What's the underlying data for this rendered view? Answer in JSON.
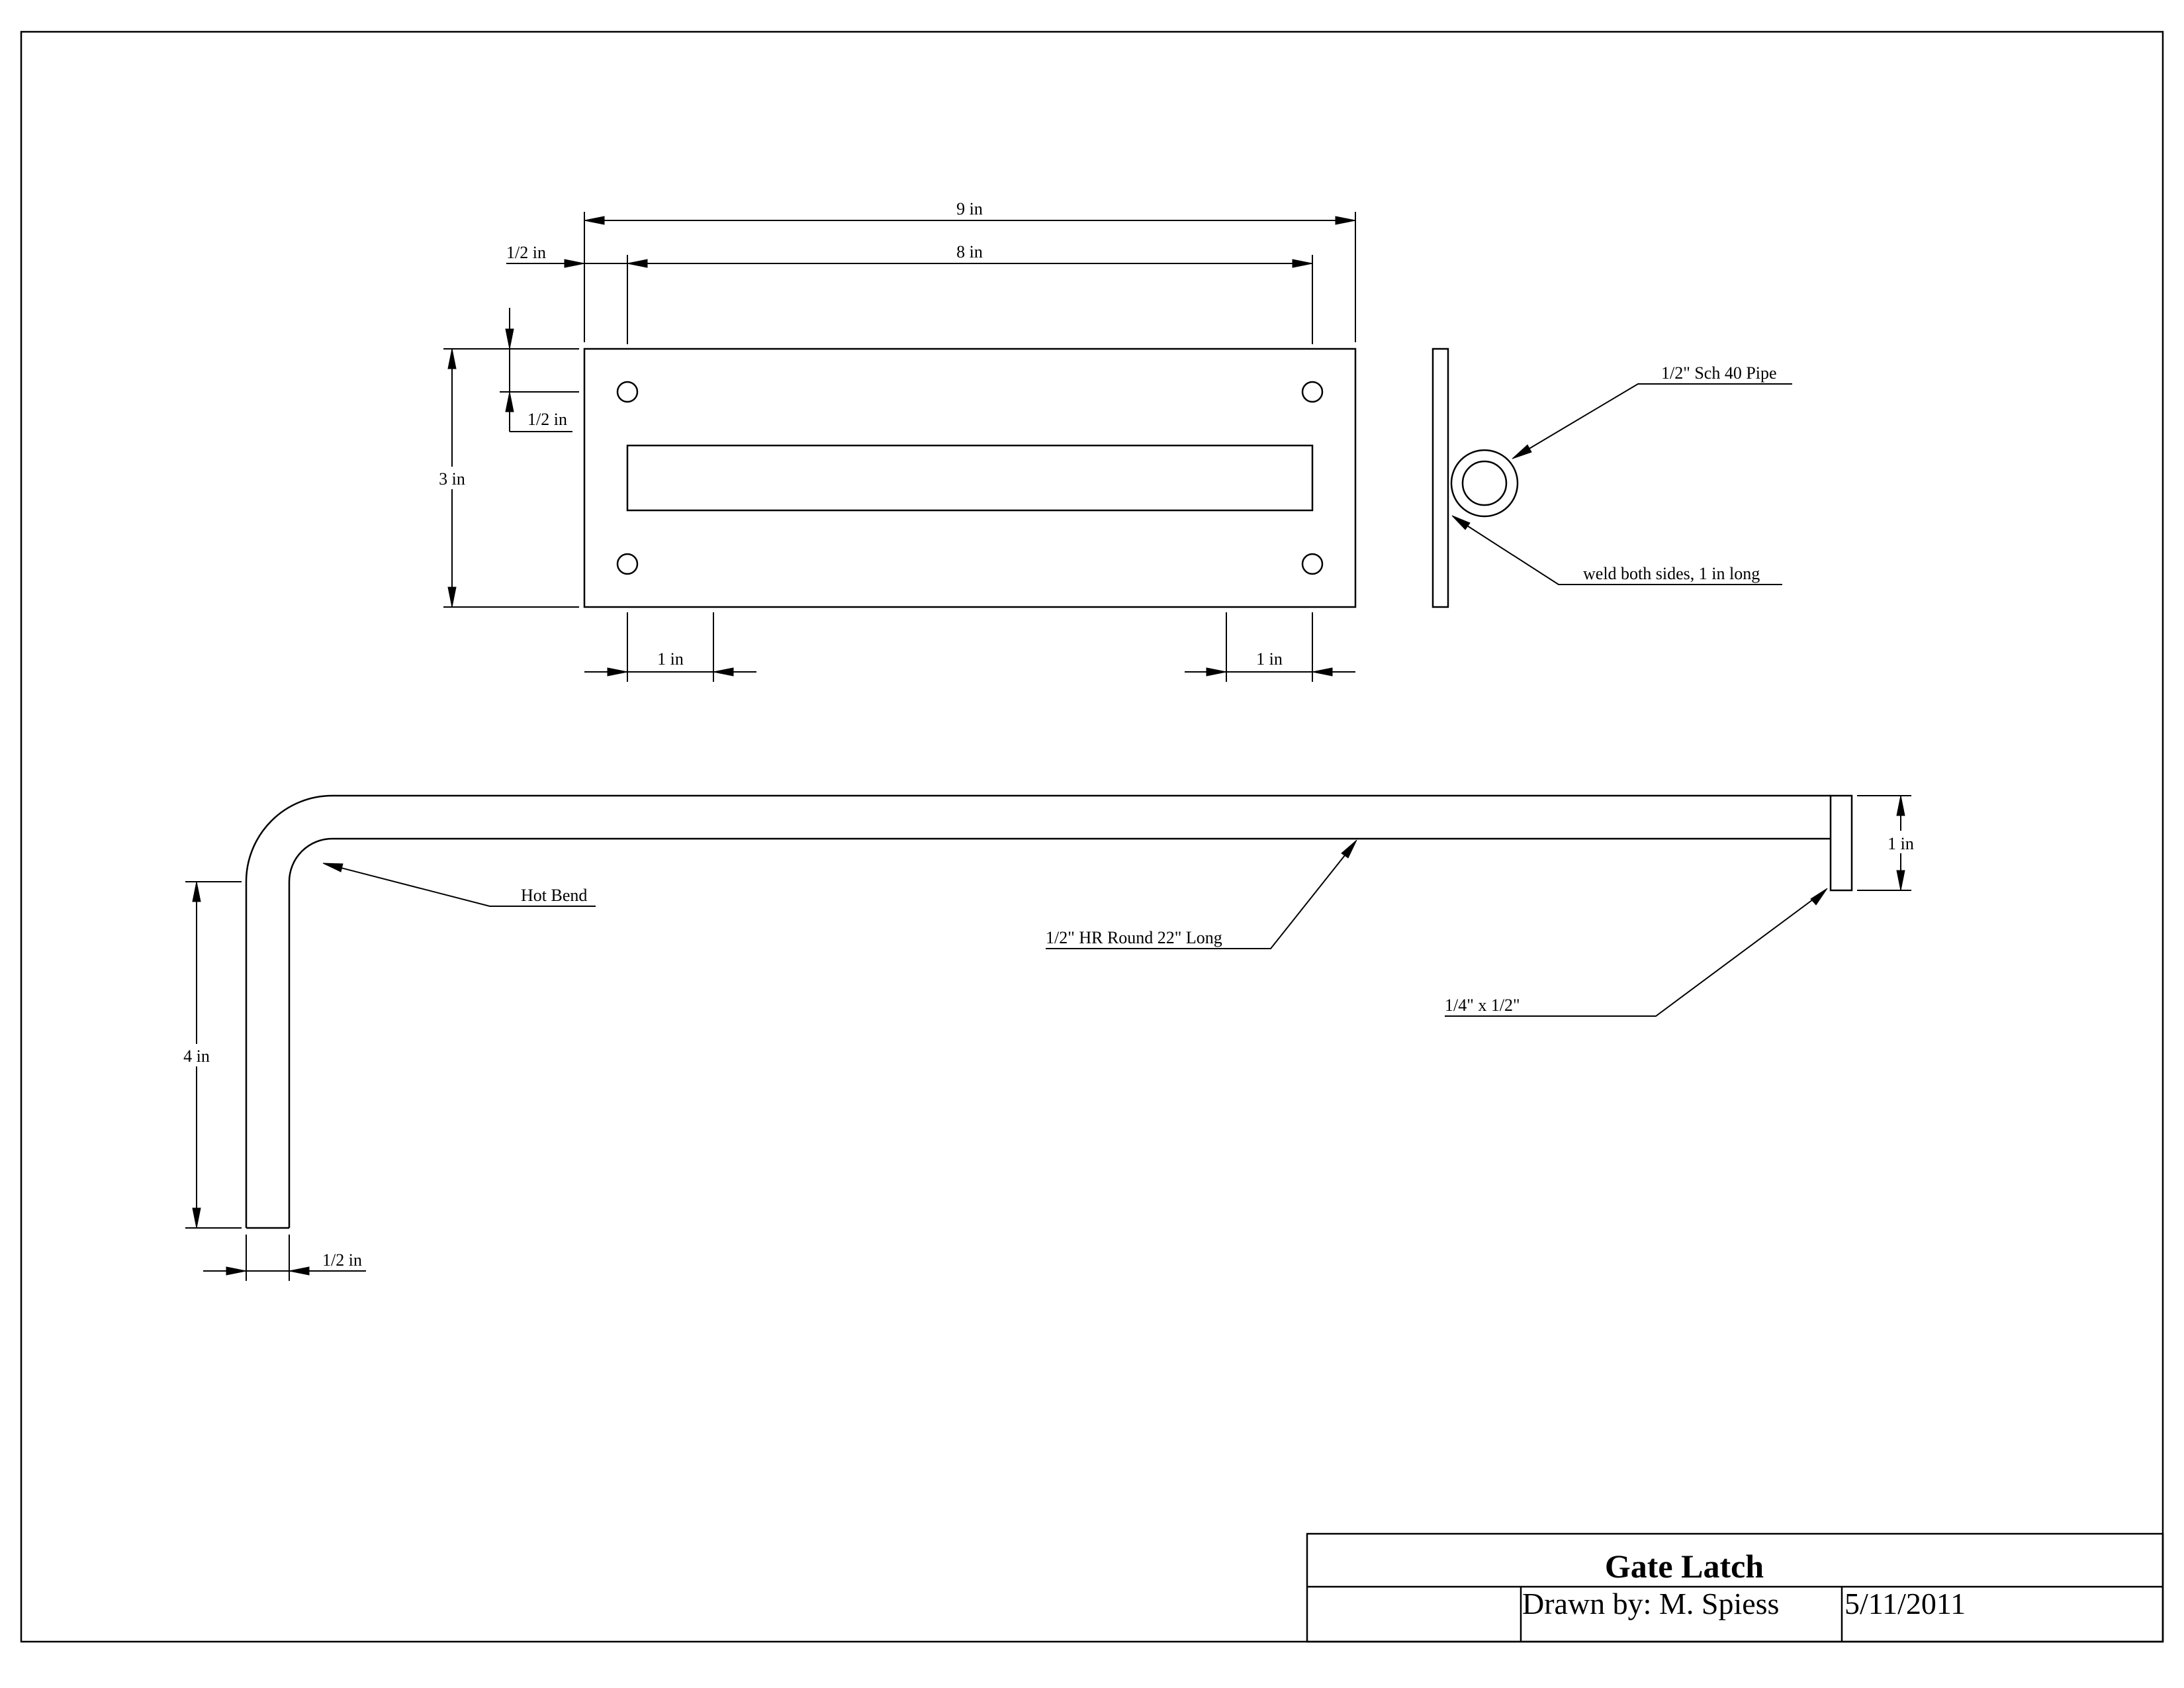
{
  "plate_view": {
    "dim_overall_width": "9 in",
    "dim_hole_spacing": "8 in",
    "dim_hole_edge_offset_x": "1/2 in",
    "dim_hole_edge_offset_y": "1/2 in",
    "dim_height": "3 in",
    "dim_slot_left": "1 in",
    "dim_slot_right": "1 in"
  },
  "side_view": {
    "pipe_callout": "1/2\" Sch 40 Pipe",
    "weld_callout": "weld both sides, 1 in long"
  },
  "rod_view": {
    "bend_callout": "Hot Bend",
    "rod_callout": "1/2\" HR Round 22\" Long",
    "stop_callout": "1/4\" x 1/2\"",
    "dim_stop_height": "1 in",
    "dim_leg_length": "4 in",
    "dim_rod_diameter": "1/2 in"
  },
  "title_block": {
    "title": "Gate Latch",
    "drawn_by": "Drawn by: M. Spiess",
    "date": "5/11/2011"
  }
}
